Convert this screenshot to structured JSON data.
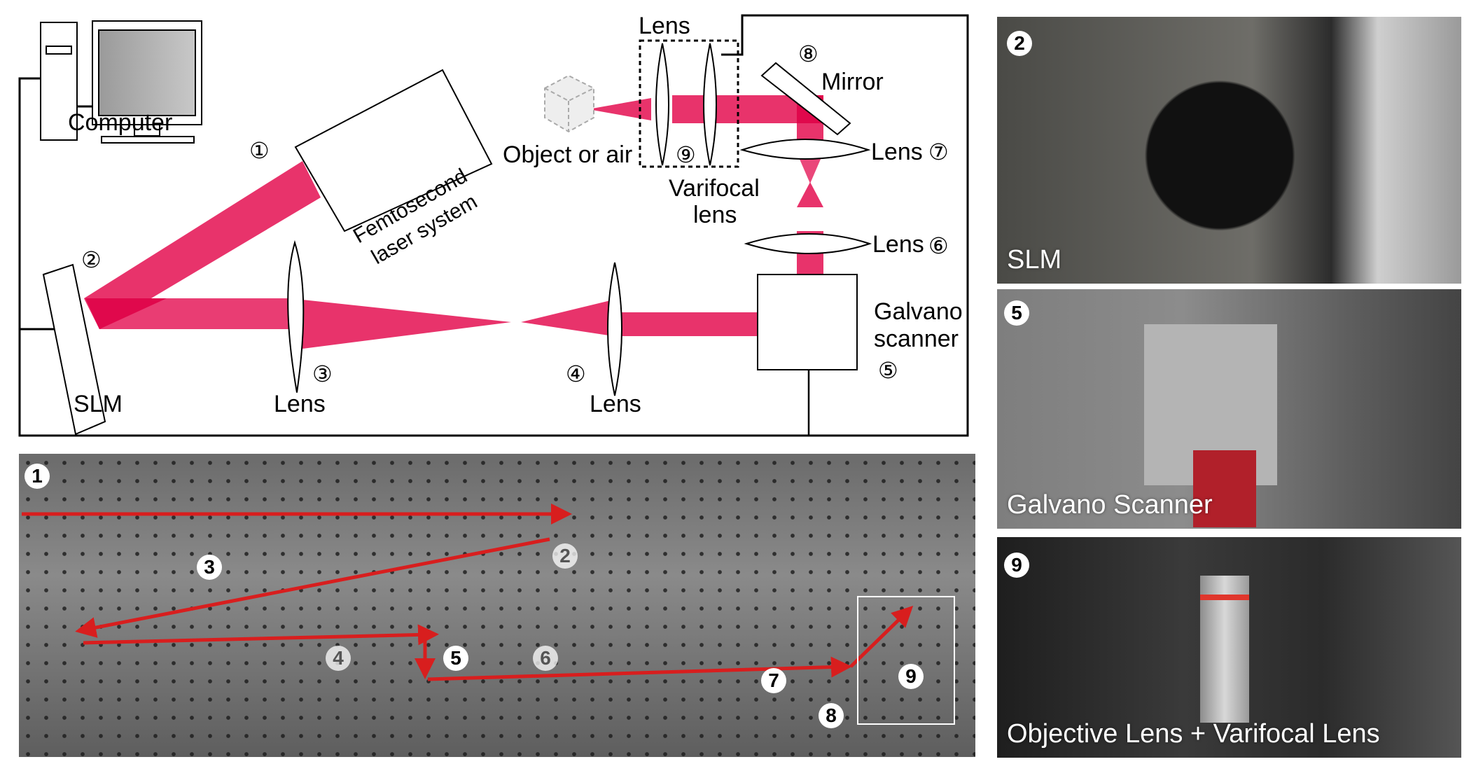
{
  "diagram": {
    "components": {
      "computer": "Computer",
      "laser": [
        "Femtosecond",
        "laser system"
      ],
      "slm": "SLM",
      "lens3": "Lens",
      "lens4": "Lens",
      "galvano": [
        "Galvano",
        "scanner"
      ],
      "lens6": "Lens",
      "lens7": "Lens",
      "mirror": "Mirror",
      "lens_top": "Lens",
      "varifocal": [
        "Varifocal",
        "lens"
      ],
      "object": "Object or air"
    },
    "numbers": {
      "n1": "①",
      "n2": "②",
      "n3": "③",
      "n4": "④",
      "n5": "⑤",
      "n6": "⑥",
      "n7": "⑦",
      "n8": "⑧",
      "n9": "⑨"
    },
    "colors": {
      "beam": "#e8336b",
      "beam_overlap": "#e0084c",
      "line": "#000000"
    }
  },
  "bottom_photo": {
    "badges": [
      "1",
      "2",
      "3",
      "4",
      "5",
      "6",
      "7",
      "8",
      "9"
    ],
    "arrow_color": "#d81e1e"
  },
  "side_photos": [
    {
      "badge": "2",
      "caption": "SLM"
    },
    {
      "badge": "5",
      "caption": "Galvano Scanner"
    },
    {
      "badge": "9",
      "caption": "Objective Lens + Varifocal Lens"
    }
  ]
}
